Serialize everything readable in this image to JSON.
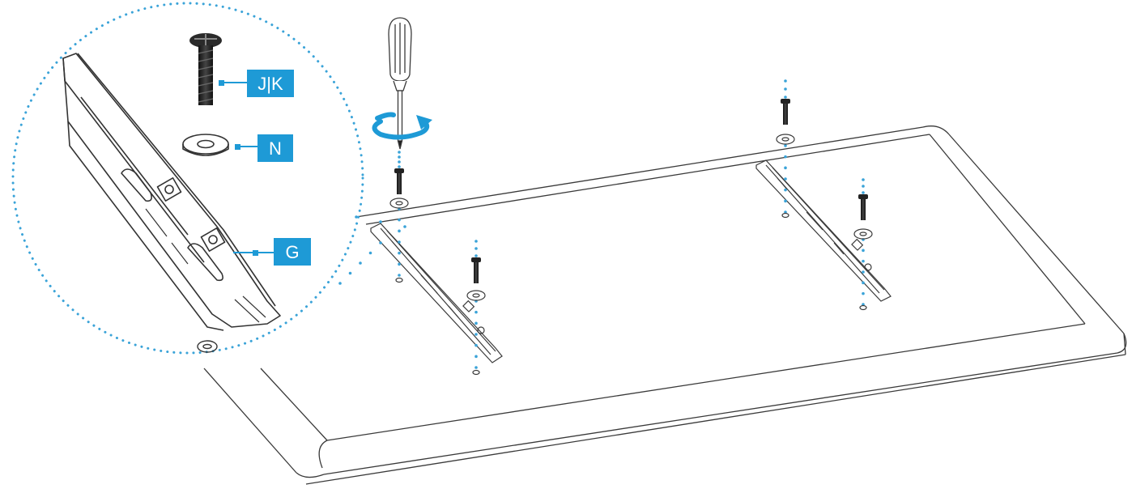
{
  "labels": {
    "screw": "J|K",
    "washer": "N",
    "bracket": "G"
  },
  "colors": {
    "accent": "#1e9ad6",
    "dots": "#3aa3d8",
    "line": "#3a3a3a",
    "label_text": "#ffffff"
  },
  "icons": [
    "screwdriver-icon",
    "rotate-arrow-icon",
    "screw-icon",
    "washer-icon",
    "bracket-icon"
  ]
}
